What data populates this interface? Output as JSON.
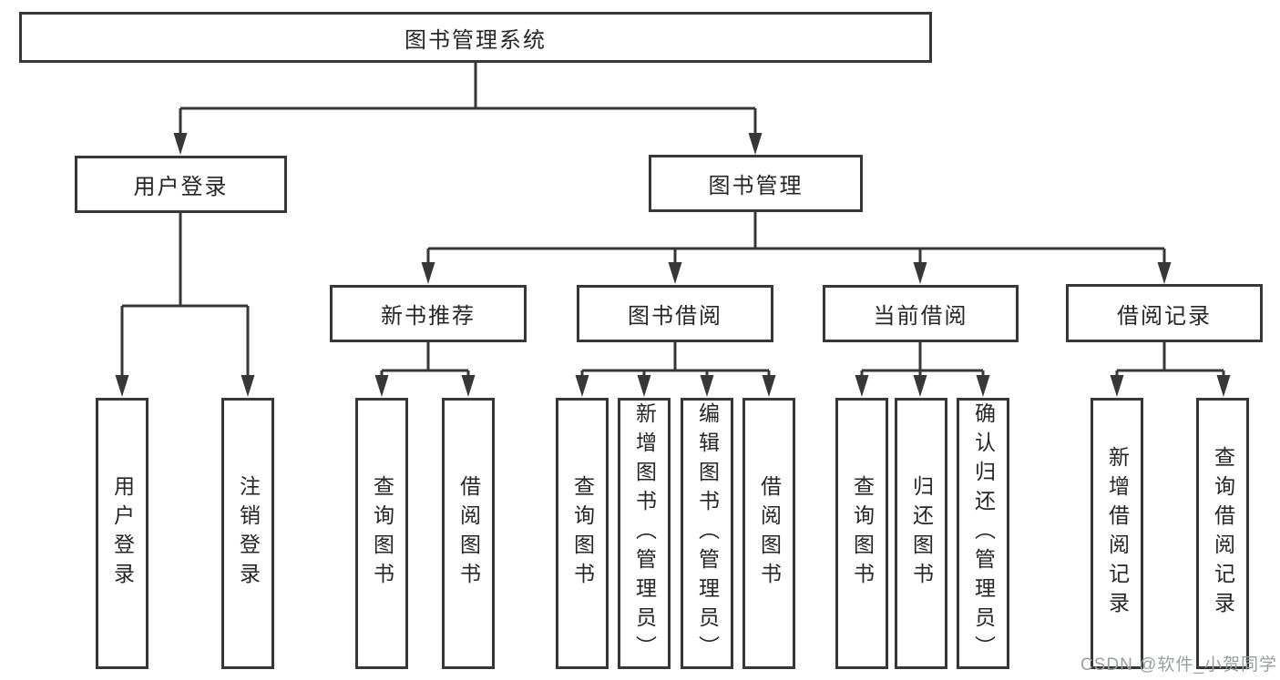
{
  "root": {
    "label": "图书管理系统"
  },
  "modules": [
    {
      "label": "用户登录"
    },
    {
      "label": "图书管理"
    }
  ],
  "submodules": [
    {
      "label": "新书推荐"
    },
    {
      "label": "图书借阅"
    },
    {
      "label": "当前借阅"
    },
    {
      "label": "借阅记录"
    }
  ],
  "functions": [
    {
      "label": "用户登录"
    },
    {
      "label": "注销登录"
    },
    {
      "label": "查询图书"
    },
    {
      "label": "借阅图书"
    },
    {
      "label": "查询图书"
    },
    {
      "label": "新增图书（管理员）"
    },
    {
      "label": "编辑图书（管理员）"
    },
    {
      "label": "借阅图书"
    },
    {
      "label": "查询图书"
    },
    {
      "label": "归还图书"
    },
    {
      "label": "确认归还（管理员）"
    },
    {
      "label": "新增借阅记录"
    },
    {
      "label": "查询借阅记录"
    }
  ],
  "watermark": {
    "text": "CSDN @软件_小贺同学"
  },
  "colors": {
    "line": "#373737",
    "box_border": "#373737",
    "text": "#262626",
    "watermark": "#9b9ea1",
    "background": "#ffffff"
  }
}
